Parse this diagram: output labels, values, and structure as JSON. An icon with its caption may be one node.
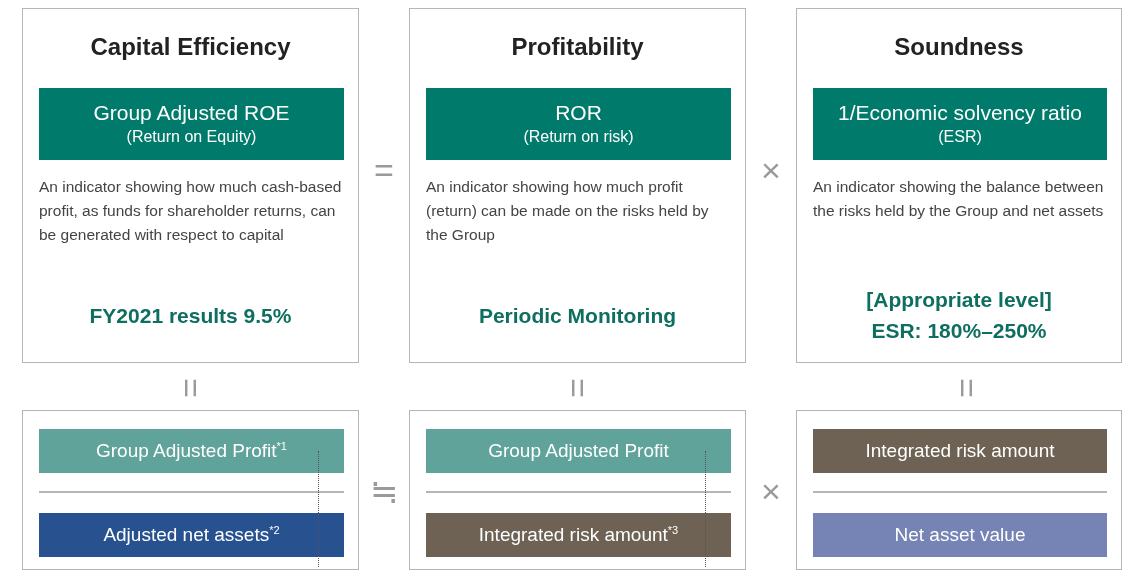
{
  "diagram": {
    "nodes": [
      {
        "text": [
          "Capital Efficiency",
          "An indicator showing how much cash-based profit, as funds for shareholder returns, can be generated with respect to capital",
          "FY2021 results 9.5%"
        ]
      },
      {
        "text": [
          "Group Adjusted ROE",
          "(Return on Equity)"
        ],
        "in": 0
      },
      {
        "text": [
          "Profitability",
          "An indicator showing how much profit (return) can be made on the risks held by the Group",
          "Periodic Monitoring"
        ]
      },
      {
        "text": [
          "ROR",
          "(Return on risk)"
        ],
        "in": 2
      },
      {
        "text": [
          "Soundness",
          "An indicator showing the balance between the risks held by the Group and net assets",
          "[Appropriate level]",
          "ESR: 180%–250%"
        ]
      },
      {
        "text": [
          "1/Economic solvency ratio",
          "(ESR)"
        ],
        "in": 4
      },
      {
        "text": [],
        "shape": "box"
      },
      {
        "text": [
          "Group Adjusted Profit$^{*1}$"
        ],
        "in": 6
      },
      {
        "text": [
          "Adjusted net assets$^{*2}$"
        ],
        "in": 6
      },
      {
        "text": [],
        "shape": "box"
      },
      {
        "text": [
          "Group Adjusted Profit"
        ],
        "in": 9
      },
      {
        "text": [
          "Integrated risk amount$^{*3}$"
        ],
        "in": 9
      },
      {
        "text": [],
        "shape": "box"
      },
      {
        "text": [
          "Integrated risk amount"
        ],
        "in": 12
      },
      {
        "text": [
          "Net asset value"
        ],
        "in": 12
      }
    ],
    "edges": [],
    "labels": [
      "=",
      "×",
      "=",
      "=",
      "=",
      "≒",
      "×"
    ]
  }
}
